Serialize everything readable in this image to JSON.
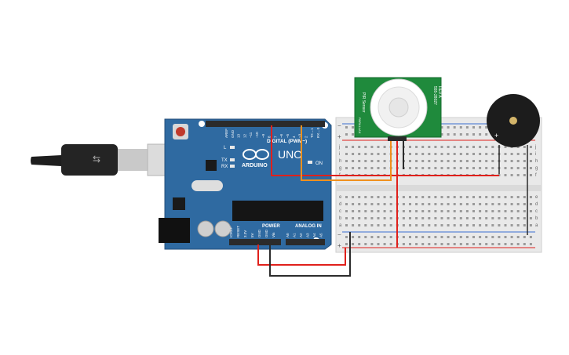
{
  "arduino": {
    "logo_text": "ARDUINO",
    "model": "UNO",
    "digital_header": "DIGITAL (PWM~)",
    "power_label": "POWER",
    "analog_label": "ANALOG IN",
    "on_label": "ON",
    "led_l": "L",
    "led_tx": "TX",
    "led_rx": "RX",
    "digital_pins": [
      "AREF",
      "GND",
      "13",
      "12",
      "~11",
      "~10",
      "~9",
      "8",
      "7",
      "~6",
      "~5",
      "4",
      "~3",
      "2",
      "TX→1",
      "RX←0"
    ],
    "power_pins": [
      "IOREF",
      "RESET",
      "3.3V",
      "5V",
      "GND",
      "GND",
      "Vin"
    ],
    "analog_pins": [
      "A0",
      "A1",
      "A2",
      "A3",
      "A4",
      "A5"
    ]
  },
  "breadboard": {
    "rail_minus": "−",
    "rail_plus": "+",
    "row_letters_top": [
      "j",
      "i",
      "h",
      "g",
      "f"
    ],
    "row_letters_bottom": [
      "e",
      "d",
      "c",
      "b",
      "a"
    ]
  },
  "pir": {
    "side_left": "PIR Sensor",
    "side_right": "555-28027",
    "side_right2": "REV A",
    "bottom_text": "PARALLAX"
  },
  "buzzer": {
    "plus": "+"
  },
  "colors": {
    "board": "#2f6aa1",
    "header": "#2b2b2b",
    "wire_red": "#e0201b",
    "wire_orange": "#f0901e",
    "wire_black": "#2b2b2b",
    "pir_pcb": "#1f8a3c",
    "breadboard": "#e9e9e9"
  }
}
